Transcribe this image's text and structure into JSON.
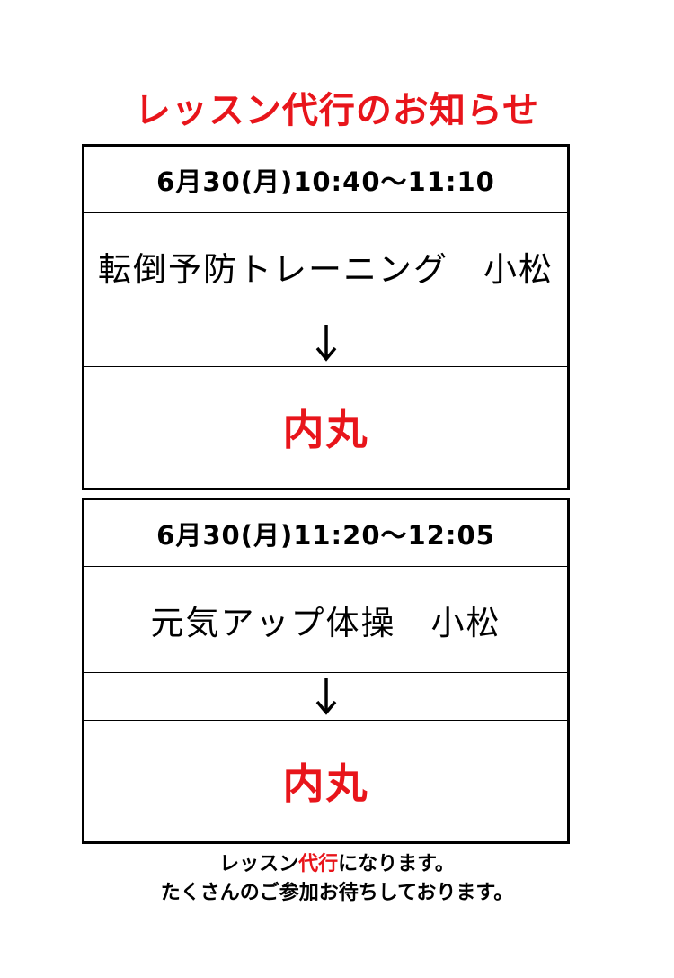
{
  "colors": {
    "accent": "#e8151b",
    "text": "#000000",
    "background": "#ffffff"
  },
  "title": "レッスン代行のお知らせ",
  "notices": [
    {
      "datetime": "6月30(月)10:40〜11:10",
      "lesson": "転倒予防トレーニング　小松",
      "substitute": "内丸"
    },
    {
      "datetime": "6月30(月)11:20〜12:05",
      "lesson": "元気アップ体操　小松",
      "substitute": "内丸"
    }
  ],
  "footer": {
    "line1_before": "レッスン",
    "line1_highlight": "代行",
    "line1_after": "になります。",
    "line2": "たくさんのご参加お待ちしております。"
  },
  "icons": {
    "arrow": "arrow-down-icon"
  }
}
